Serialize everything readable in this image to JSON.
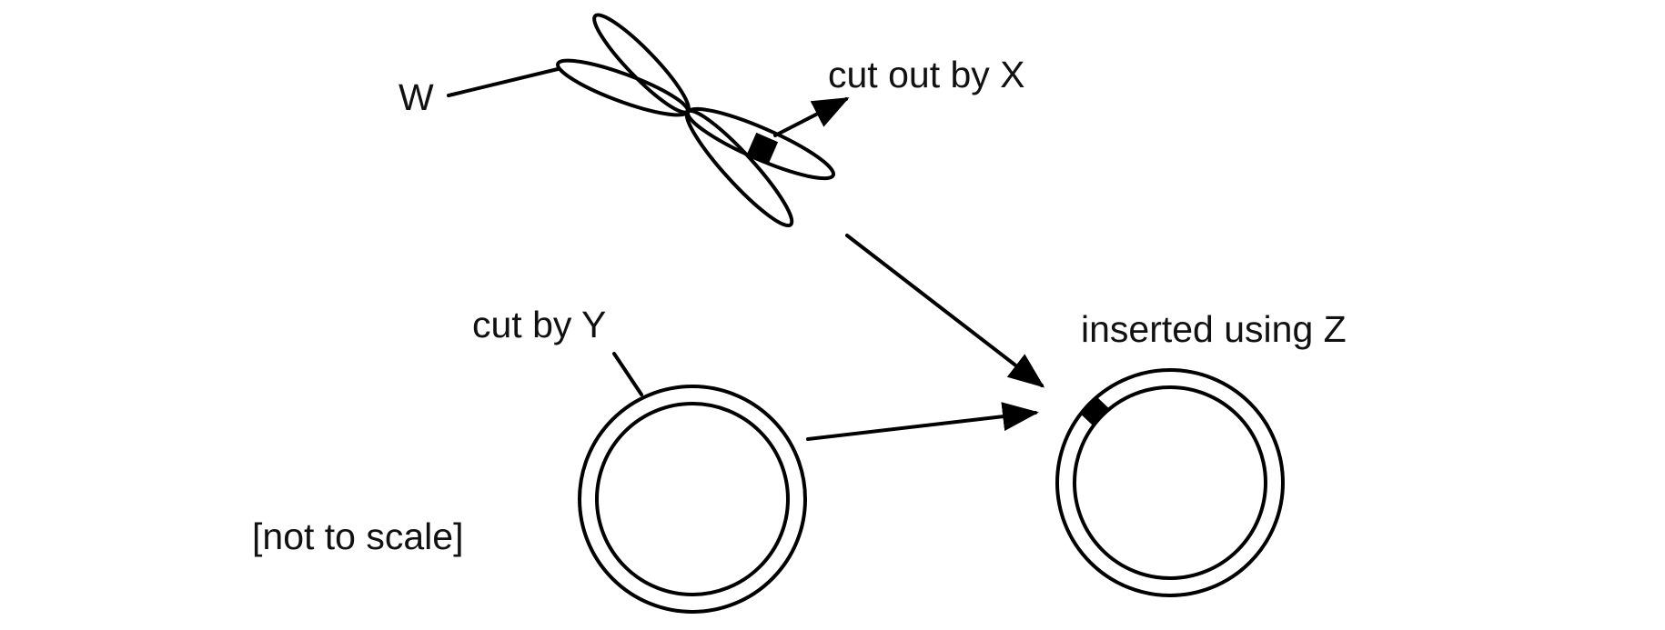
{
  "labels": {
    "w": "W",
    "cut_out": "cut out by X",
    "cut_by": "cut by Y",
    "inserted": "inserted using Z",
    "scale_note": "[not to scale]"
  },
  "colors": {
    "ink": "#000000",
    "background": "#ffffff"
  }
}
